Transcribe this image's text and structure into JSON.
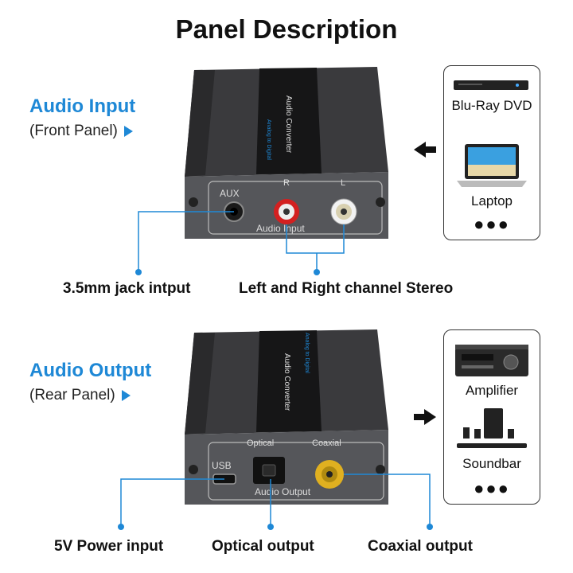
{
  "title": "Panel Description",
  "input": {
    "heading": "Audio Input",
    "subheading": "(Front Panel)",
    "device_label": "Audio Converter",
    "device_sublabel": "Analog to Digital",
    "port_aux": "AUX",
    "port_r": "R",
    "port_l": "L",
    "panel_label": "Audio Input",
    "callout_jack": "3.5mm jack intput",
    "callout_stereo": "Left and Right channel Stereo",
    "sources": [
      "Blu-Ray DVD",
      "Laptop"
    ],
    "more": "●●●"
  },
  "output": {
    "heading": "Audio Output",
    "subheading": "(Rear Panel)",
    "device_label": "Audio Converter",
    "device_sublabel": "Analog to Digital",
    "port_optical": "Optical",
    "port_coaxial": "Coaxial",
    "port_usb": "USB",
    "panel_label": "Audio Output",
    "callout_power": "5V Power input",
    "callout_optical": "Optical output",
    "callout_coaxial": "Coaxial output",
    "targets": [
      "Amplifier",
      "Soundbar"
    ],
    "more": "●●●"
  },
  "colors": {
    "accent": "#1e88d6",
    "body": "#4a4a4d",
    "rca_red": "#d32020",
    "rca_white": "#f2f2f2",
    "coax_gold": "#e0b020"
  }
}
